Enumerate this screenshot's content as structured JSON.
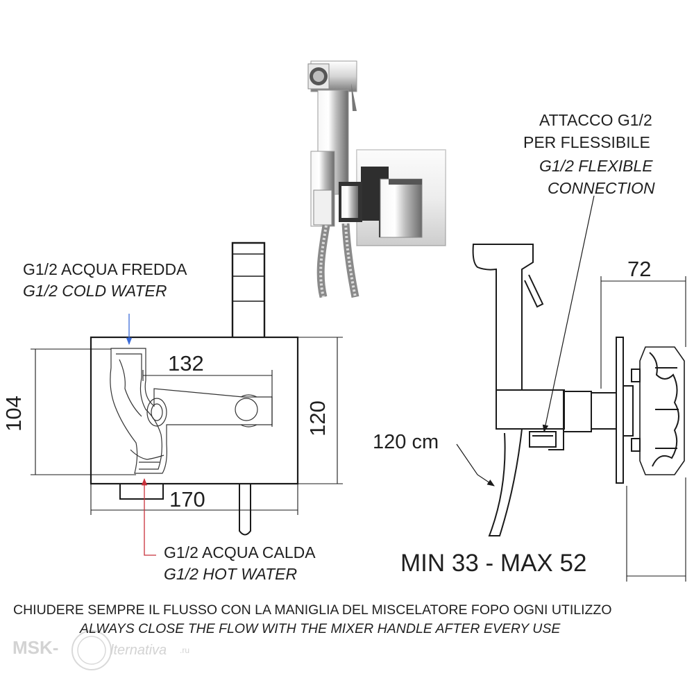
{
  "labels": {
    "cold_it": "G1/2 ACQUA FREDDA",
    "cold_en": "G1/2 COLD WATER",
    "hot_it": "G1/2 ACQUA CALDA",
    "hot_en": "G1/2 HOT WATER",
    "conn_it_1": "ATTACCO G1/2",
    "conn_it_2": "PER FLESSIBILE",
    "conn_en_1": "G1/2 FLEXIBLE",
    "conn_en_2": "CONNECTION",
    "hose": "120 cm"
  },
  "dimensions": {
    "width_outer": "170",
    "width_inner": "132",
    "height_inner": "104",
    "height_outer": "120",
    "depth": "72",
    "wall_range": "MIN 33 - MAX 52"
  },
  "footer": {
    "line_it": "CHIUDERE SEMPRE IL FLUSSO CON LA MANIGLIA DEL MISCELATORE FOPO OGNI UTILIZZO",
    "line_en": "ALWAYS CLOSE THE FLOW WITH THE MIXER HANDLE AFTER EVERY USE"
  },
  "watermark": {
    "left": "MSK-",
    "right": "lternativa",
    "suffix": ".ru"
  },
  "colors": {
    "line": "#1a1a1a",
    "cold_arrow": "#3a6bd8",
    "hot_arrow": "#c8303a",
    "chrome_dark": "#6f6f6f",
    "chrome_light": "#f2f2f2",
    "watermark": "#d3d3d3"
  }
}
